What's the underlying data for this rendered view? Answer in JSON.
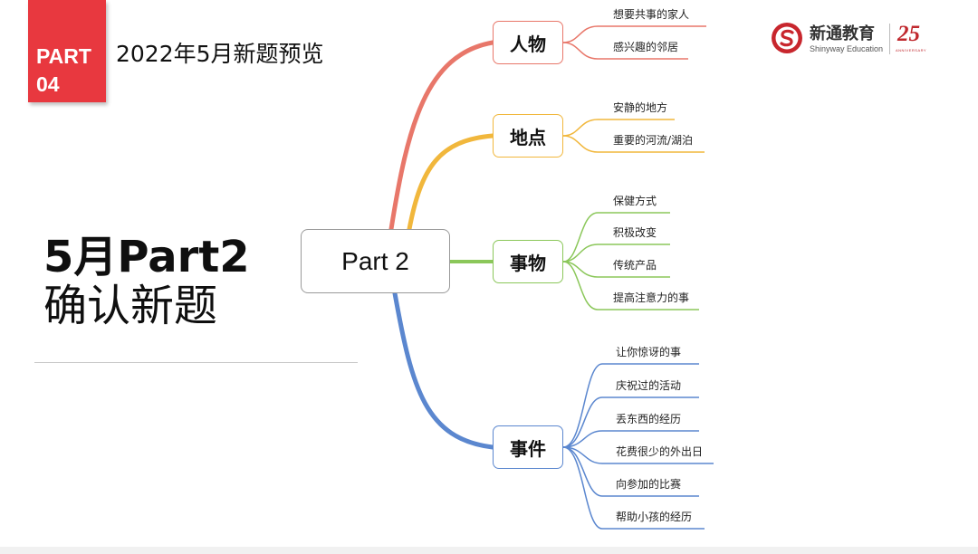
{
  "header": {
    "part_line1": "PART",
    "part_line2": "04",
    "title": "2022年5月新题预览"
  },
  "logo": {
    "cn": "新通教育",
    "en": "Shinyway Education",
    "anniversary": "25",
    "anniversary_sub": "ANNIVERSARY"
  },
  "main_title": {
    "line1": "5月Part2",
    "line2": "确认新题"
  },
  "mindmap": {
    "center": "Part 2",
    "colors": {
      "people": "#e8776a",
      "places": "#f1b73c",
      "objects": "#8bc75a",
      "events": "#5b87cf"
    },
    "categories": [
      {
        "label": "人物",
        "items": [
          "想要共事的家人",
          "感兴趣的邻居"
        ]
      },
      {
        "label": "地点",
        "items": [
          "安静的地方",
          "重要的河流/湖泊"
        ]
      },
      {
        "label": "事物",
        "items": [
          "保健方式",
          "积极改变",
          "传统产品",
          "提高注意力的事"
        ]
      },
      {
        "label": "事件",
        "items": [
          "让你惊讶的事",
          "庆祝过的活动",
          "丢东西的经历",
          "花费很少的外出日",
          "向参加的比赛",
          "帮助小孩的经历"
        ]
      }
    ]
  }
}
